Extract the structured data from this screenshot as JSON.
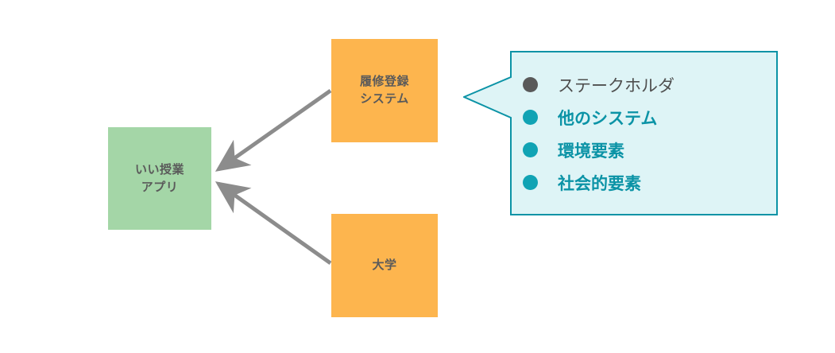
{
  "diagram": {
    "nodes": [
      {
        "id": "app",
        "label": "いい授業\nアプリ",
        "color": "#A4D6A7"
      },
      {
        "id": "reg",
        "label": "履修登録\nシステム",
        "color": "#FDB54E"
      },
      {
        "id": "univ",
        "label": "大学",
        "color": "#FDB54E"
      }
    ],
    "edges": [
      {
        "from": "reg",
        "to": "app",
        "arrow": "to",
        "color": "#8C8C8C"
      },
      {
        "from": "univ",
        "to": "app",
        "arrow": "to",
        "color": "#8C8C8C"
      }
    ],
    "callout": {
      "fill": "#DEF4F6",
      "border": "#0B93A6",
      "items": [
        {
          "label": "ステークホルダ",
          "dot_color": "#595959",
          "text_color": "#4F4F4F",
          "emphasis": "normal"
        },
        {
          "label": "他のシステム",
          "dot_color": "#10A3B4",
          "text_color": "#0B93A6",
          "emphasis": "bold"
        },
        {
          "label": "環境要素",
          "dot_color": "#10A3B4",
          "text_color": "#0B93A6",
          "emphasis": "bold"
        },
        {
          "label": "社会的要素",
          "dot_color": "#10A3B4",
          "text_color": "#0B93A6",
          "emphasis": "bold"
        }
      ]
    }
  }
}
